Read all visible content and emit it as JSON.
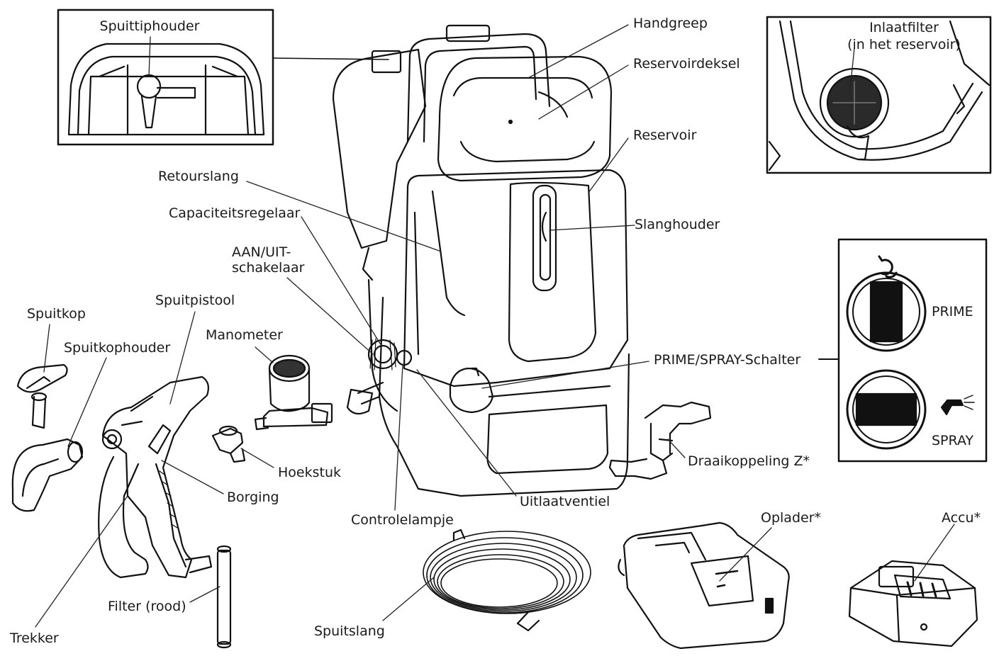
{
  "labels": {
    "spuittiphouder": "Spuittiphouder",
    "handgreep": "Handgreep",
    "reservoirdeksel": "Reservoirdeksel",
    "reservoir": "Reservoir",
    "inlaatfilter_1": "Inlaatfilter",
    "inlaatfilter_2": "(in het reservoir)",
    "retourslang": "Retourslang",
    "capaciteitsregelaar": "Capaciteitsregelaar",
    "slanghouder": "Slanghouder",
    "aan_uit_1": "AAN/UIT-",
    "aan_uit_2": "schakelaar",
    "spuitkop": "Spuitkop",
    "spuitpistool": "Spuitpistool",
    "spuitkophouder": "Spuitkophouder",
    "manometer": "Manometer",
    "prime_spray_schalter": "PRIME/SPRAY-Schalter",
    "prime": "PRIME",
    "spray": "SPRAY",
    "hoekstuk": "Hoekstuk",
    "borging": "Borging",
    "draaikoppeling": "Draaikoppeling Z*",
    "uitlaatventiel": "Uitlaatventiel",
    "controlelampje": "Controlelampje",
    "oplader": "Oplader*",
    "accu": "Accu*",
    "filter_rood": "Filter (rood)",
    "trekker": "Trekker",
    "spuitslang": "Spuitslang"
  }
}
